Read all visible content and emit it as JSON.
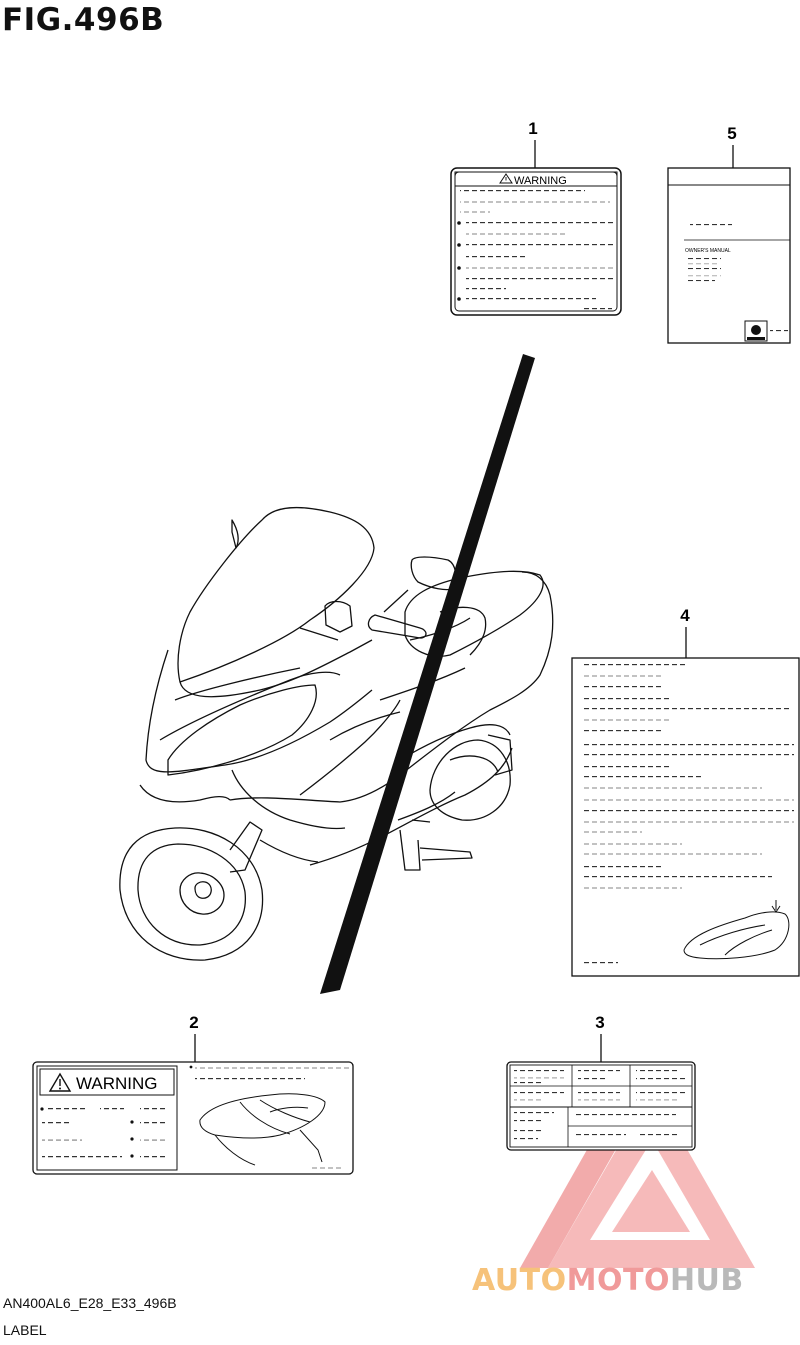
{
  "figure": {
    "title": "FIG.496B",
    "code": "AN400AL6_E28_E33_496B",
    "label": "LABEL"
  },
  "parts": [
    {
      "ref": "1",
      "warning_text": "WARNING"
    },
    {
      "ref": "2",
      "warning_text": "WARNING"
    },
    {
      "ref": "3"
    },
    {
      "ref": "4"
    },
    {
      "ref": "5",
      "manual_text": "OWNER'S MANUAL"
    }
  ],
  "watermark": {
    "brand_part1": "AUTO",
    "brand_part2": "MOTO",
    "brand_part3": "HUB",
    "colors": {
      "orange": "#f6c27a",
      "red": "#f09a9a",
      "gray": "#b9b9b9"
    }
  }
}
